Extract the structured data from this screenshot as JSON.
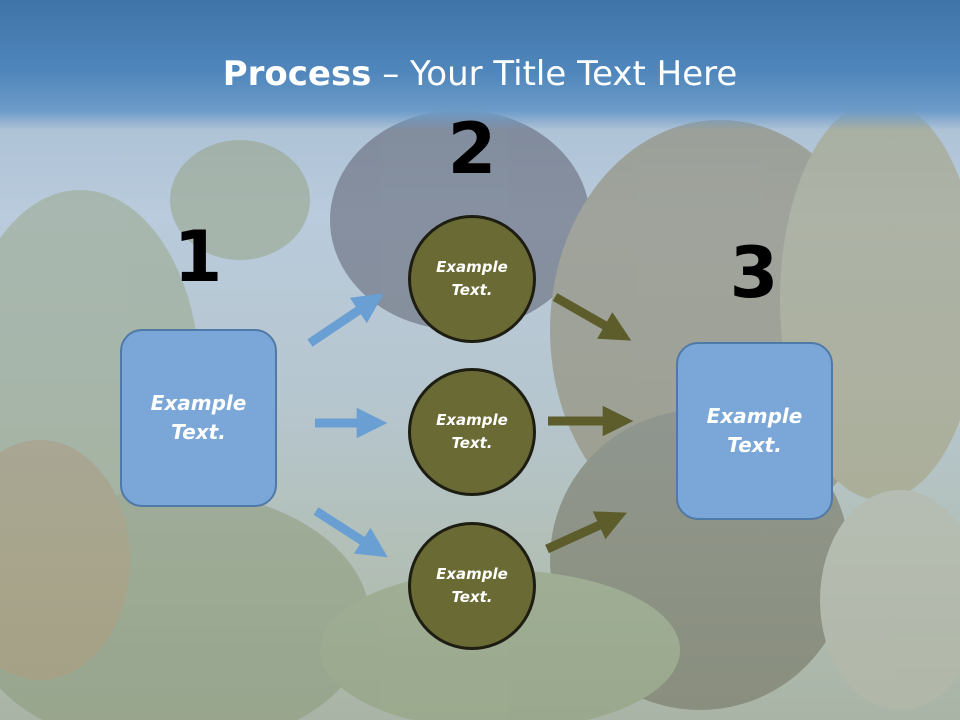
{
  "title": {
    "bold": "Process",
    "rest": " – Your Title Text Here"
  },
  "steps": {
    "n1": "1",
    "n2": "2",
    "n3": "3"
  },
  "boxes": {
    "left": "Example Text.",
    "right": "Example Text."
  },
  "circles": [
    "Example Text.",
    "Example Text.",
    "Example Text."
  ],
  "colors": {
    "header": "#4f86bb",
    "box_fill": "#7aa7d8",
    "circle_fill": "#6a6a35",
    "blue_arrow": "#6a9fd3",
    "olive_arrow": "#5d5d2c"
  }
}
